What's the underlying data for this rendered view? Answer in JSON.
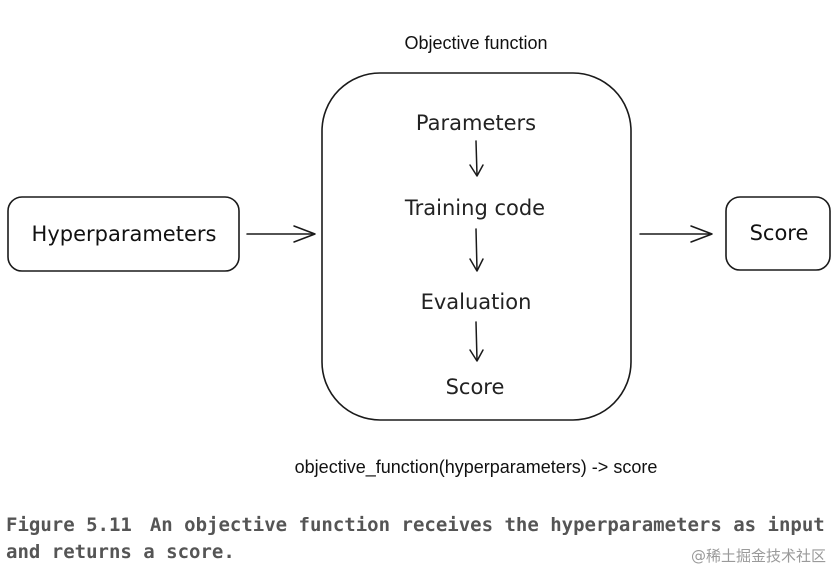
{
  "diagram": {
    "title": "Objective function",
    "input_node": "Hyperparameters",
    "output_node": "Score",
    "steps": [
      "Parameters",
      "Training code",
      "Evaluation",
      "Score"
    ],
    "signature": "objective_function(hyperparameters) -> score"
  },
  "caption": {
    "figure_number": "Figure 5.11",
    "text": "An objective function receives the hyperparameters as input and returns a score."
  },
  "watermark": "@稀土掘金技术社区"
}
